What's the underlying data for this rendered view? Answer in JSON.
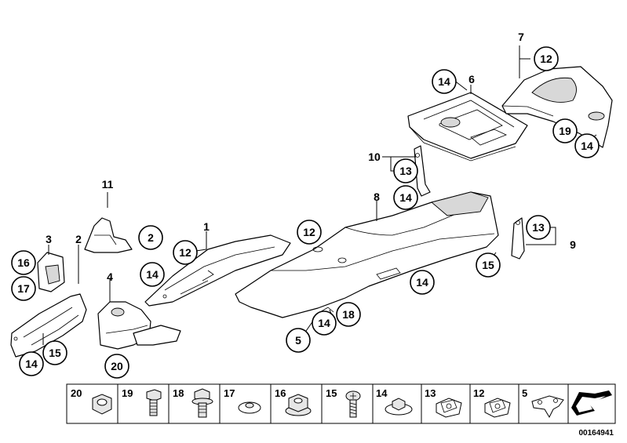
{
  "callouts": {
    "c7": "7",
    "c12a": "12",
    "c6": "6",
    "c14a": "14",
    "c19a": "19",
    "c14b": "14",
    "c10": "10",
    "c13a": "13",
    "c14c": "14",
    "c11": "11",
    "c2a": "2",
    "c1": "1",
    "c12b": "12",
    "c12c": "12",
    "c8": "8",
    "c13b": "13",
    "c9": "9",
    "c15a": "15",
    "c3": "3",
    "c2b": "2",
    "c16": "16",
    "c17": "17",
    "c4": "4",
    "c14d": "14",
    "c14e": "14",
    "c14f": "14",
    "c18": "18",
    "c5": "5",
    "c14g": "14",
    "c15b": "15",
    "c20a": "20"
  },
  "legend": {
    "cells": [
      {
        "num": "20",
        "icon": "nut-icon"
      },
      {
        "num": "19",
        "icon": "hex-bolt-icon"
      },
      {
        "num": "18",
        "icon": "flange-bolt-icon"
      },
      {
        "num": "17",
        "icon": "push-nut-icon"
      },
      {
        "num": "16",
        "icon": "flange-nut-icon"
      },
      {
        "num": "15",
        "icon": "screw-icon"
      },
      {
        "num": "14",
        "icon": "speed-nut-icon"
      },
      {
        "num": "13",
        "icon": "clip-nut-icon"
      },
      {
        "num": "12",
        "icon": "clip-nut-icon"
      },
      {
        "num": "5",
        "icon": "bracket-clip-icon"
      },
      {
        "num": "",
        "icon": "arrow-pointer-icon"
      }
    ]
  },
  "diagram_id": "00164941"
}
